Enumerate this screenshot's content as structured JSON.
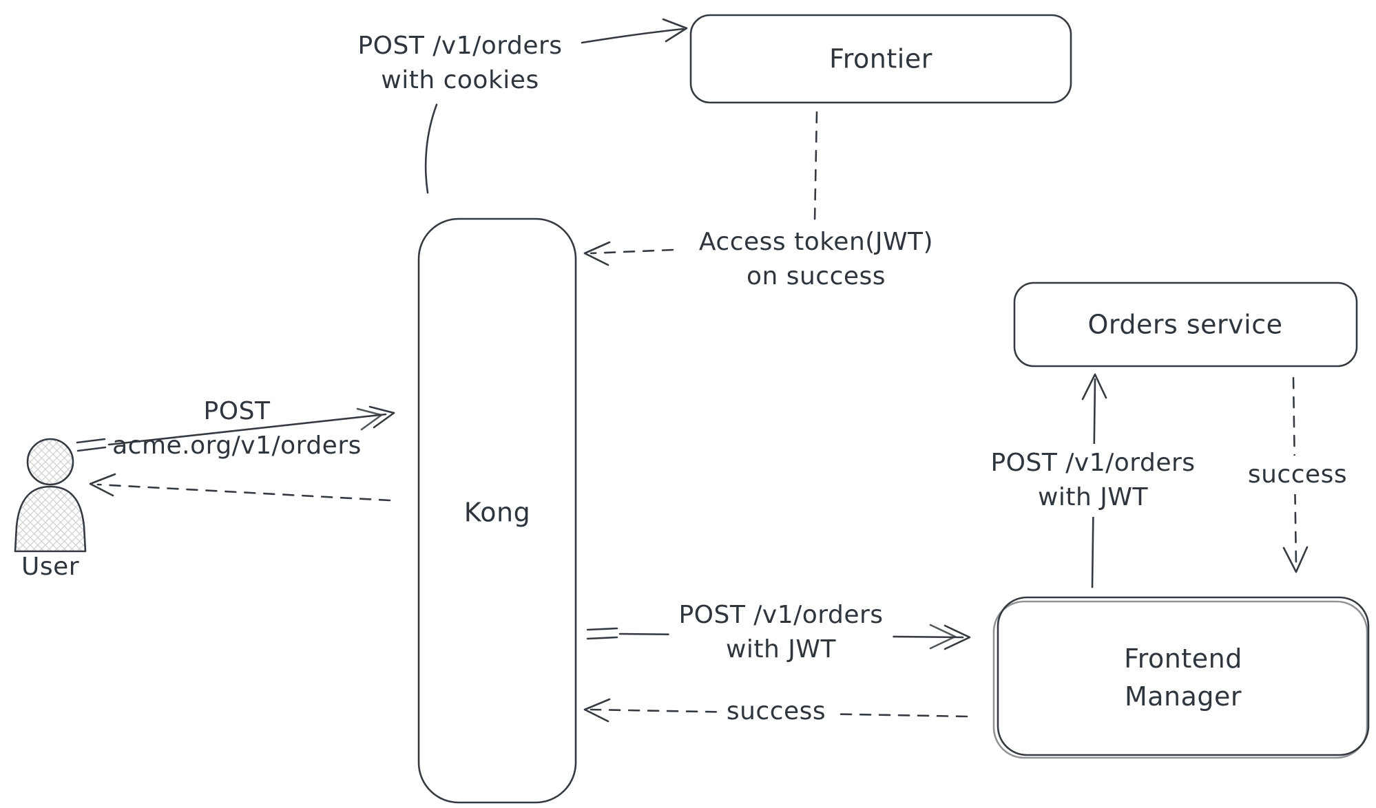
{
  "canvas": {
    "background": "#ffffff",
    "stroke_color": "#343a40",
    "text_color": "#2f353c"
  },
  "nodes": {
    "frontier": {
      "label": "Frontier"
    },
    "kong": {
      "label": "Kong"
    },
    "orders_service": {
      "label": "Orders service"
    },
    "frontend_manager": {
      "line1": "Frontend",
      "line2": "Manager"
    },
    "user": {
      "label": "User"
    }
  },
  "edges": {
    "post_orders_cookies": {
      "line1": "POST /v1/orders",
      "line2": "with cookies"
    },
    "access_token": {
      "line1": "Access token(JWT)",
      "line2": "on success"
    },
    "post_acme": {
      "line1": "POST",
      "line2": "acme.org/v1/orders"
    },
    "post_jwt_kong_to_frontend": {
      "line1": "POST /v1/orders",
      "line2": "with JWT"
    },
    "success_frontend_to_kong": {
      "label": "success"
    },
    "post_jwt_frontend_to_orders": {
      "line1": "POST /v1/orders",
      "line2": "with JWT"
    },
    "success_orders_to_frontend": {
      "label": "success"
    }
  }
}
